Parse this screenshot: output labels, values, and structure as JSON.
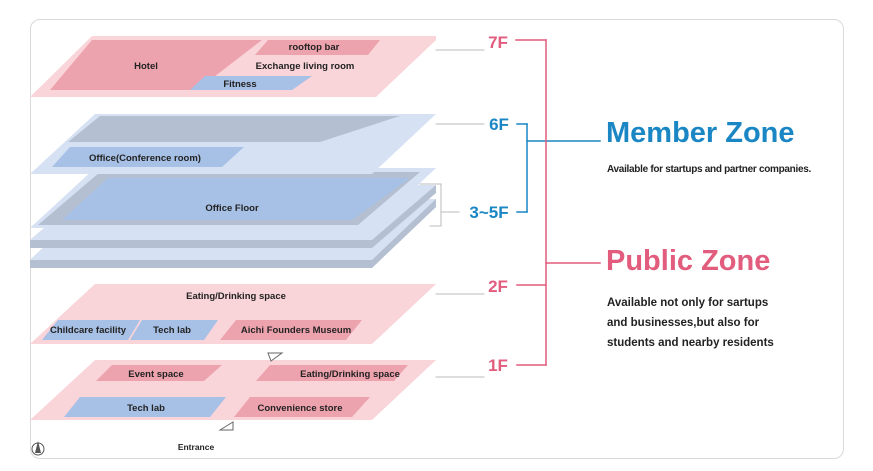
{
  "colors": {
    "member_blue": "#1b86c4",
    "public_pink": "#e25c7d",
    "slab_pink": "#f9d5da",
    "room_pink": "#eda3ae",
    "slab_blue": "#d6e2f4",
    "room_blue": "#a7c0e6",
    "slab_gray": "#b4bfd2"
  },
  "floors": {
    "f7": {
      "label": "7F",
      "rooms": {
        "hotel": "Hotel",
        "rooftop_bar": "rooftop bar",
        "exchange": "Exchange living room",
        "fitness": "Fitness"
      }
    },
    "f6": {
      "label": "6F",
      "rooms": {
        "office": "Office(Conference room)"
      }
    },
    "f3_5": {
      "label": "3~5F",
      "rooms": {
        "office_floor": "Office Floor"
      }
    },
    "f2": {
      "label": "2F",
      "rooms": {
        "eating": "Eating/Drinking space",
        "childcare": "Childcare facility",
        "tech_lab": "Tech lab",
        "museum": "Aichi Founders Museum"
      }
    },
    "f1": {
      "label": "1F",
      "rooms": {
        "event": "Event space",
        "eating": "Eating/Drinking space",
        "tech_lab": "Tech lab",
        "convenience": "Convenience store",
        "entrance": "Entrance"
      }
    }
  },
  "zones": {
    "member": {
      "title": "Member Zone",
      "description": "Available for startups and partner companies."
    },
    "public": {
      "title": "Public Zone",
      "description_lines": [
        "Available not only for sartups",
        "and businesses,but also for",
        "students and nearby residents"
      ]
    }
  },
  "icons": {
    "compass": "compass-icon",
    "entrance_marker": "triangle-marker-icon"
  }
}
